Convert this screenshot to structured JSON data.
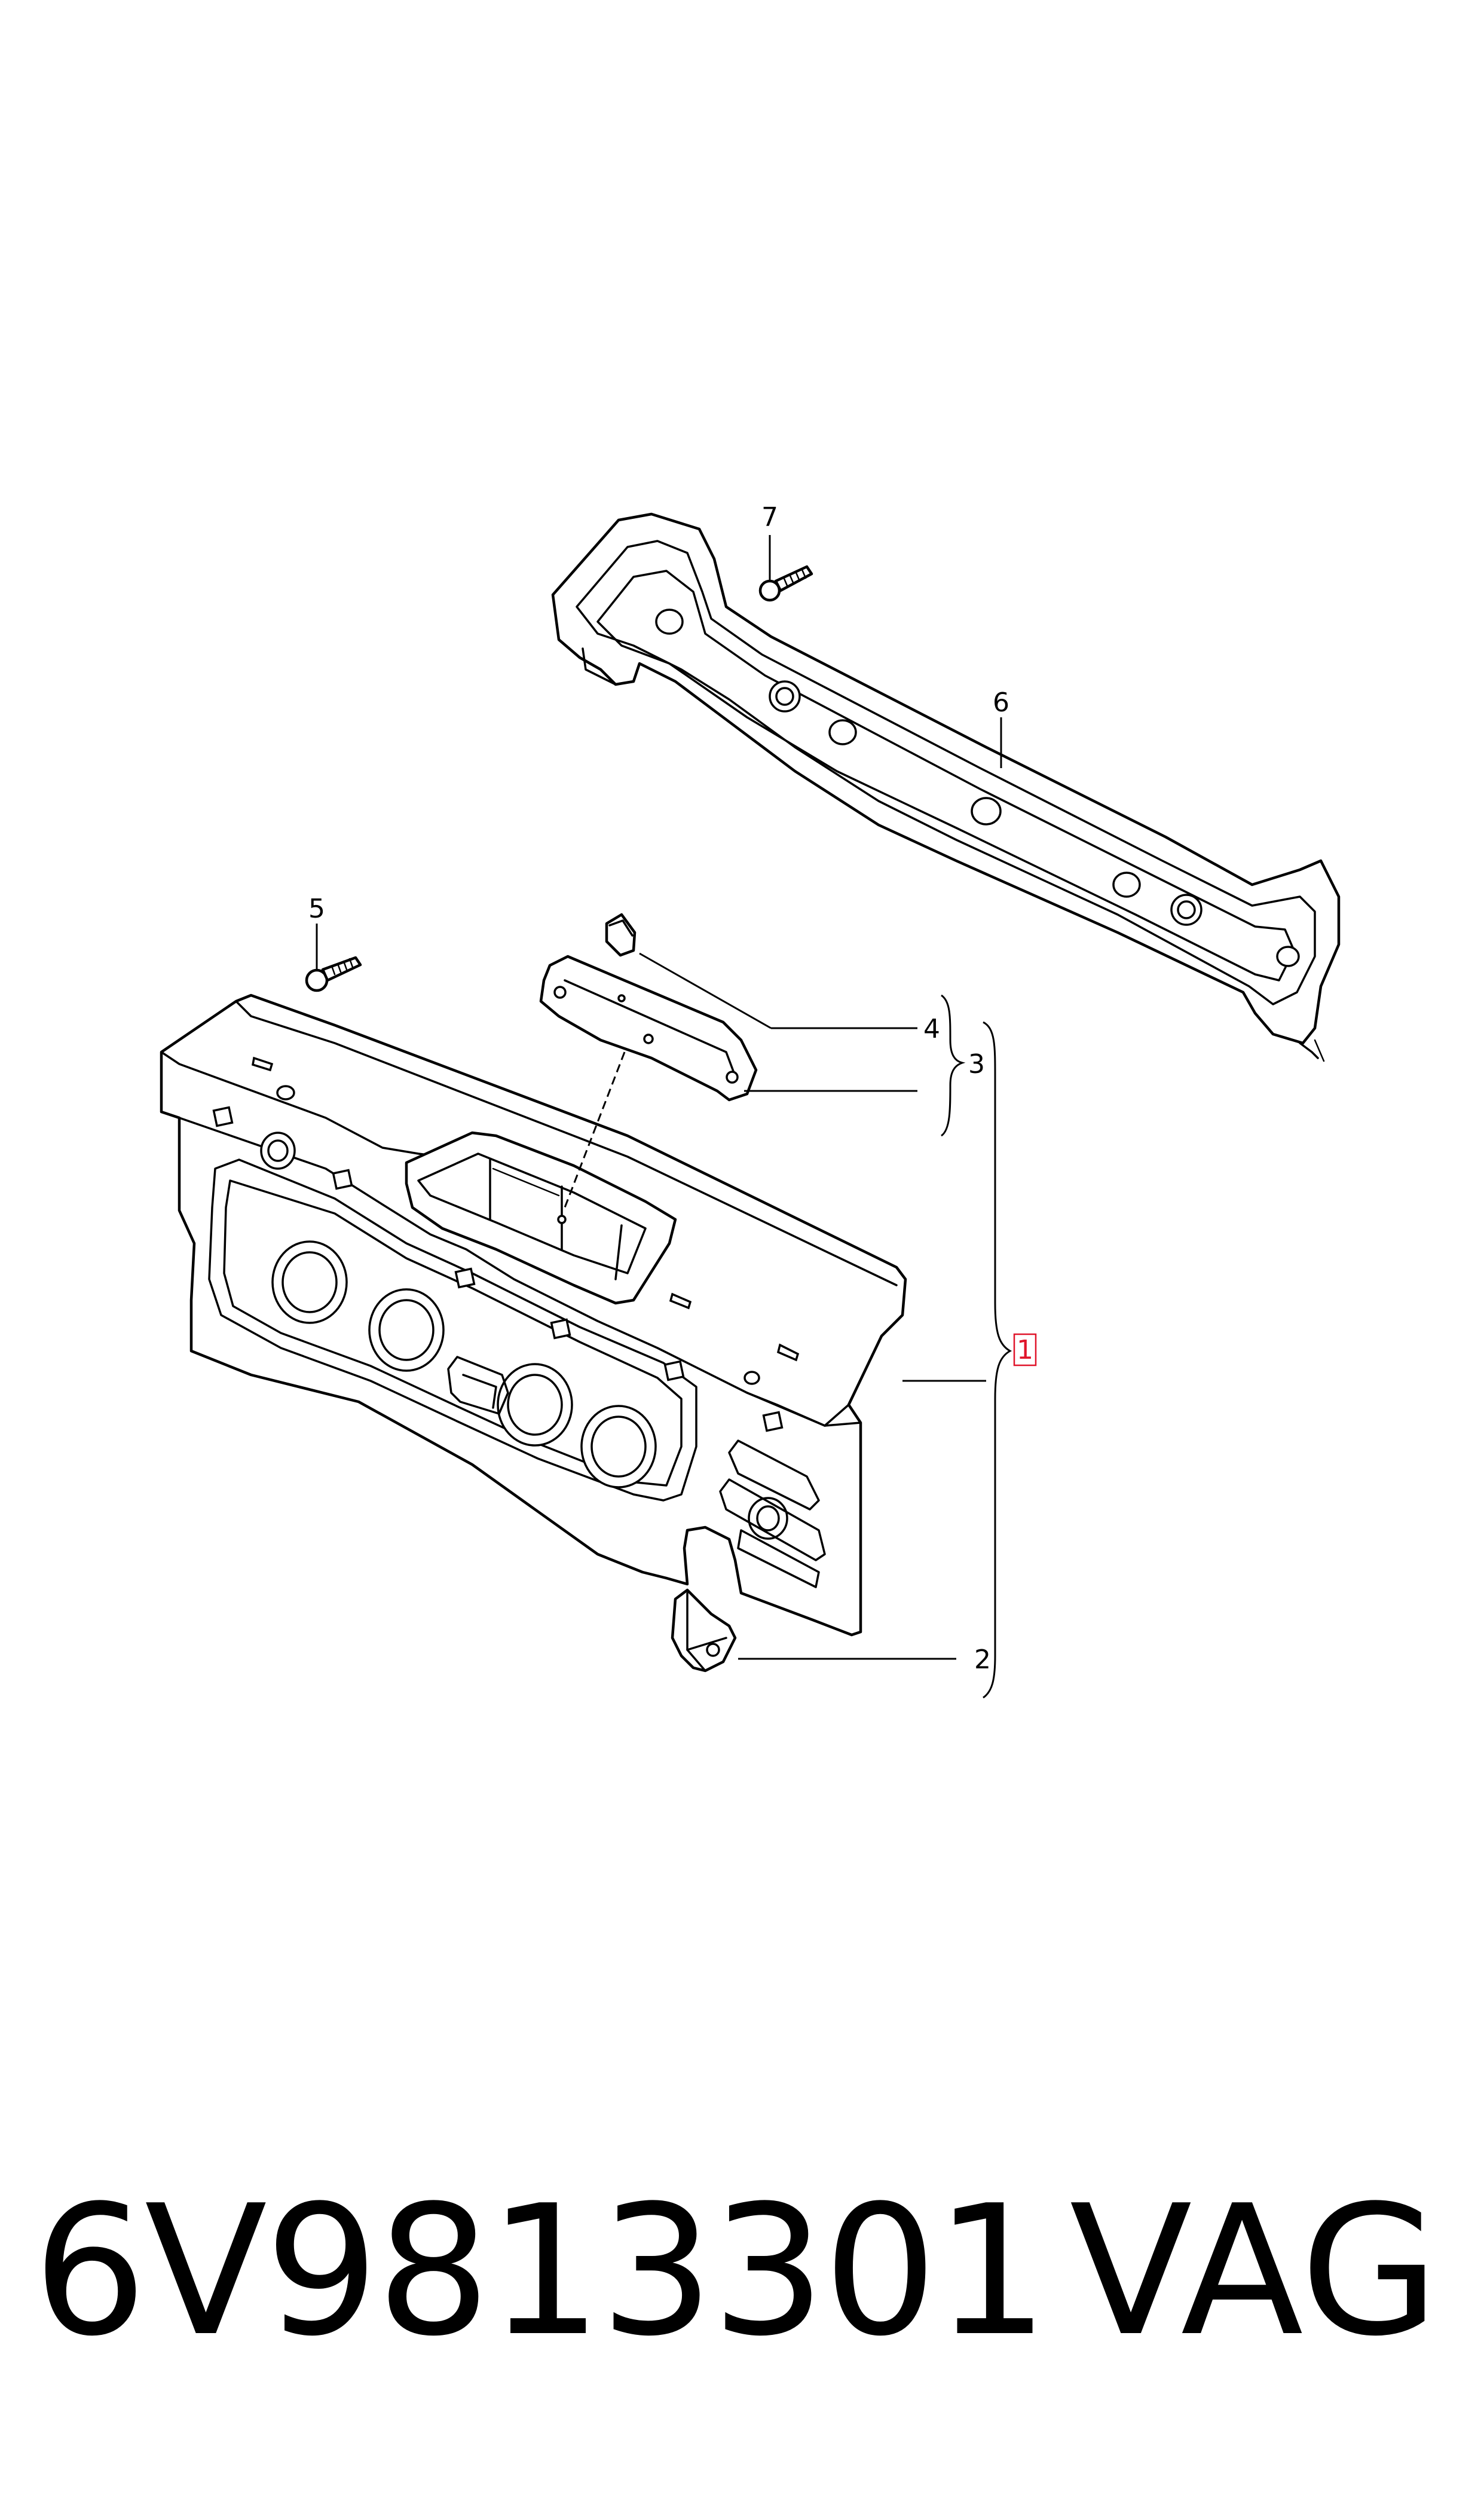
{
  "diagram": {
    "callouts": {
      "c1": "1",
      "c2": "2",
      "c3": "3",
      "c4": "4",
      "c5": "5",
      "c6": "6",
      "c7": "7"
    },
    "highlight_color": "#e0142a"
  },
  "footer": {
    "part_number": "6V9813301",
    "brand": "VAG"
  }
}
